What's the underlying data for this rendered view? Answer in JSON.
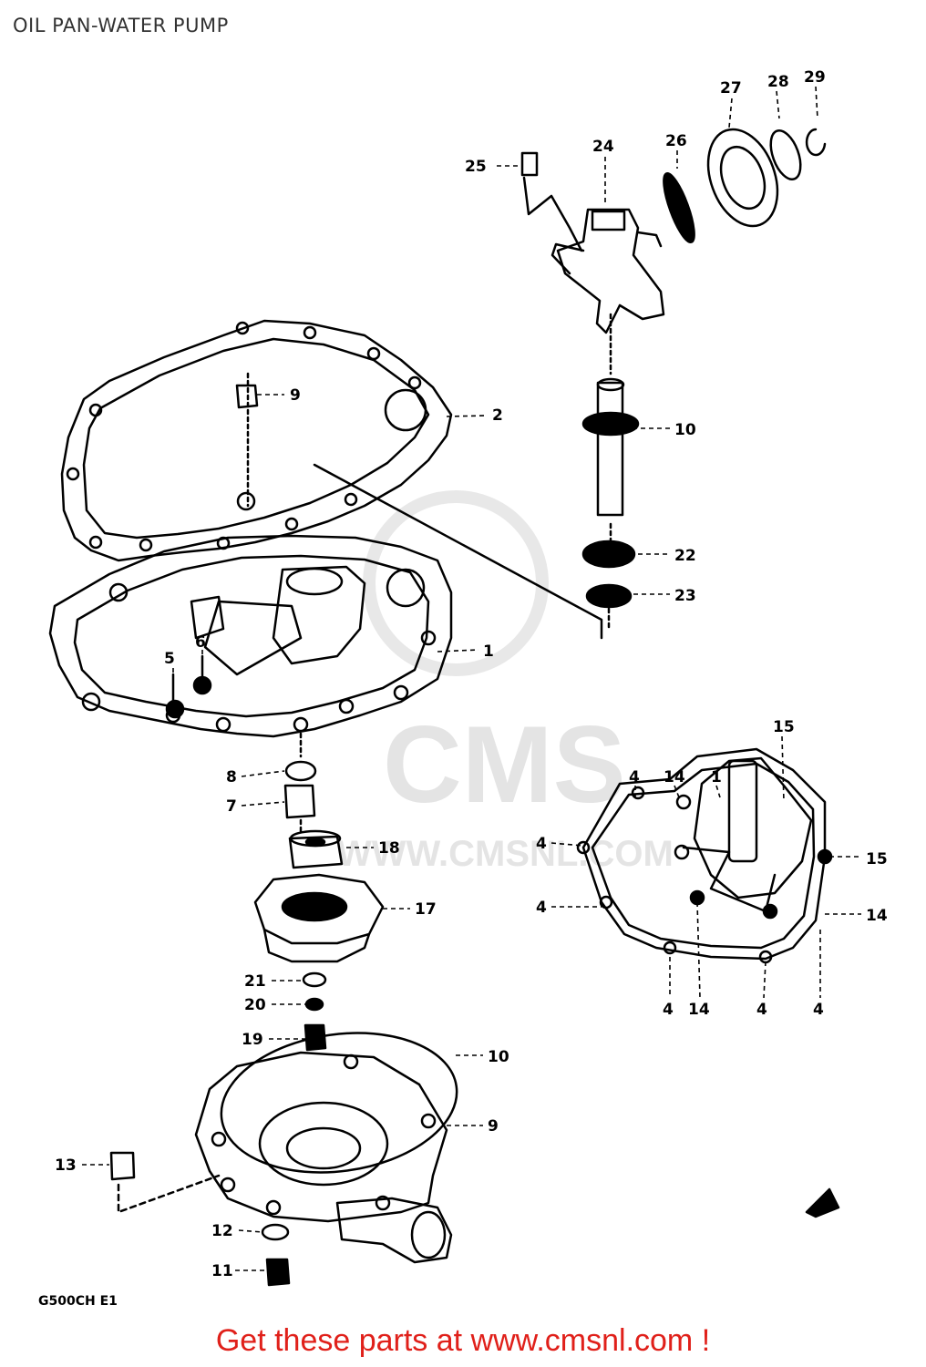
{
  "title": "OIL PAN-WATER PUMP",
  "footer": "Get these parts at www.cmsnl.com !",
  "diagram_code": "G500CH E1",
  "watermark": {
    "brand": "CMS",
    "url": "WWW.CMSNL.COM"
  },
  "colors": {
    "footer": "#e0201a",
    "line": "#000000",
    "watermark": "#e2e2e2"
  },
  "callouts": [
    {
      "id": "c1",
      "text": "1"
    },
    {
      "id": "c2",
      "text": "2"
    },
    {
      "id": "c3",
      "text": "9"
    },
    {
      "id": "c4",
      "text": "10"
    },
    {
      "id": "c5",
      "text": "22"
    },
    {
      "id": "c6",
      "text": "23"
    },
    {
      "id": "c7",
      "text": "5"
    },
    {
      "id": "c8",
      "text": "6"
    },
    {
      "id": "c9",
      "text": "8"
    },
    {
      "id": "c10",
      "text": "7"
    },
    {
      "id": "c11",
      "text": "18"
    },
    {
      "id": "c12",
      "text": "17"
    },
    {
      "id": "c13",
      "text": "21"
    },
    {
      "id": "c14",
      "text": "20"
    },
    {
      "id": "c15",
      "text": "19"
    },
    {
      "id": "c16",
      "text": "10"
    },
    {
      "id": "c17",
      "text": "9"
    },
    {
      "id": "c18",
      "text": "13"
    },
    {
      "id": "c19",
      "text": "12"
    },
    {
      "id": "c20",
      "text": "11"
    },
    {
      "id": "c21",
      "text": "25"
    },
    {
      "id": "c22",
      "text": "24"
    },
    {
      "id": "c23",
      "text": "26"
    },
    {
      "id": "c24",
      "text": "27"
    },
    {
      "id": "c25",
      "text": "28"
    },
    {
      "id": "c26",
      "text": "29"
    },
    {
      "id": "c27",
      "text": "4"
    },
    {
      "id": "c28",
      "text": "14"
    },
    {
      "id": "c29",
      "text": "1"
    },
    {
      "id": "c30",
      "text": "15"
    },
    {
      "id": "c31",
      "text": "15"
    },
    {
      "id": "c32",
      "text": "4"
    },
    {
      "id": "c33",
      "text": "4"
    },
    {
      "id": "c34",
      "text": "14"
    },
    {
      "id": "c35",
      "text": "4"
    },
    {
      "id": "c36",
      "text": "14"
    },
    {
      "id": "c37",
      "text": "4"
    },
    {
      "id": "c38",
      "text": "4"
    }
  ]
}
